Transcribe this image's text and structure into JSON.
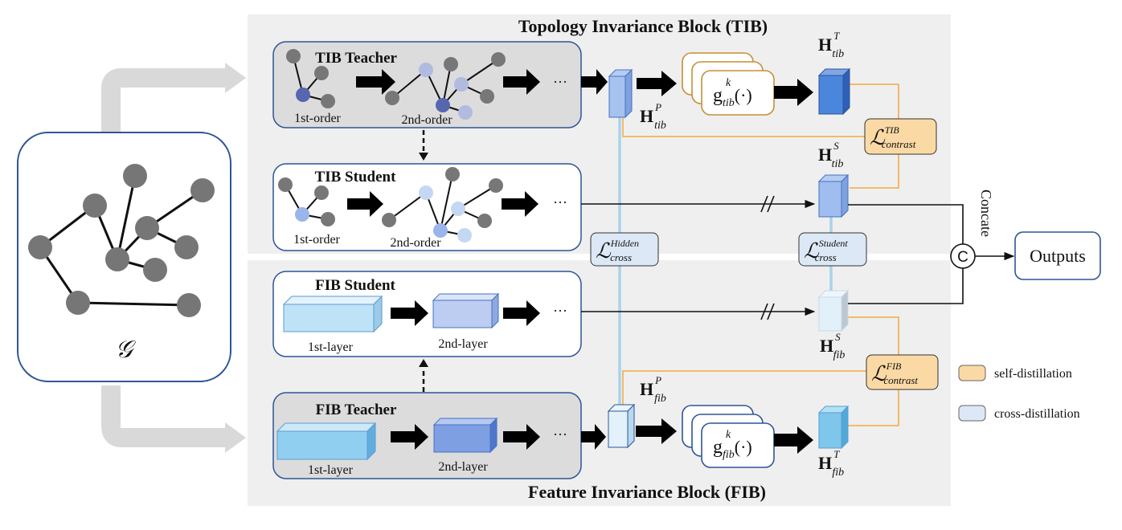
{
  "blocks": {
    "tib_title": "Topology Invariance Block (TIB)",
    "fib_title": "Feature Invariance Block (FIB)"
  },
  "input": {
    "graph_symbol": "𝒢"
  },
  "tib_teacher": {
    "title": "TIB Teacher",
    "first": "1st-order",
    "second": "2nd-order",
    "ellipsis": "···"
  },
  "tib_student": {
    "title": "TIB Student",
    "first": "1st-order",
    "second": "2nd-order",
    "ellipsis": "···"
  },
  "fib_student": {
    "title": "FIB Student",
    "first": "1st-layer",
    "second": "2nd-layer",
    "ellipsis": "···"
  },
  "fib_teacher": {
    "title": "FIB Teacher",
    "first": "1st-layer",
    "second": "2nd-layer",
    "ellipsis": "···"
  },
  "projection": {
    "func_prefix": "g",
    "func_suffix": "(·)",
    "tib_sub": "tib",
    "fib_sub": "fib",
    "sup_k": "k"
  },
  "embeddings": {
    "H": "H",
    "tib_p": {
      "sup": "P",
      "sub": "tib"
    },
    "tib_t": {
      "sup": "T",
      "sub": "tib"
    },
    "tib_s": {
      "sup": "S",
      "sub": "tib"
    },
    "fib_s": {
      "sup": "S",
      "sub": "fib"
    },
    "fib_p": {
      "sup": "P",
      "sub": "fib"
    },
    "fib_t": {
      "sup": "T",
      "sub": "fib"
    }
  },
  "losses": {
    "L": "ℒ",
    "tib_contrast": {
      "sup": "TIB",
      "sub": "contrast"
    },
    "fib_contrast": {
      "sup": "FIB",
      "sub": "contrast"
    },
    "hidden_cross": {
      "sup": "Hidden",
      "sub": "cross"
    },
    "student_cross": {
      "sup": "Student",
      "sub": "cross"
    }
  },
  "output": {
    "concat_label": "Concate",
    "concat_symbol": "C",
    "outputs_label": "Outputs"
  },
  "legend": {
    "self": "self-distillation",
    "cross": "cross-distillation"
  },
  "colors": {
    "block_bg": "#efefef",
    "teacher_bg": "#dcdcdc",
    "node_gray": "#777777",
    "node_dark_blue": "#5866b0",
    "node_light_blue": "#a9b6e2",
    "orange": "#f2b35a",
    "orange_fill": "#fbd9a5",
    "cross_fill": "#dde8f6",
    "cross_line": "#a8d3ec",
    "cube_dark": "#4f86d8",
    "cube_mid": "#86aee9",
    "cube_light": "#d6eaf8",
    "cube_teal": "#78c2e6"
  }
}
